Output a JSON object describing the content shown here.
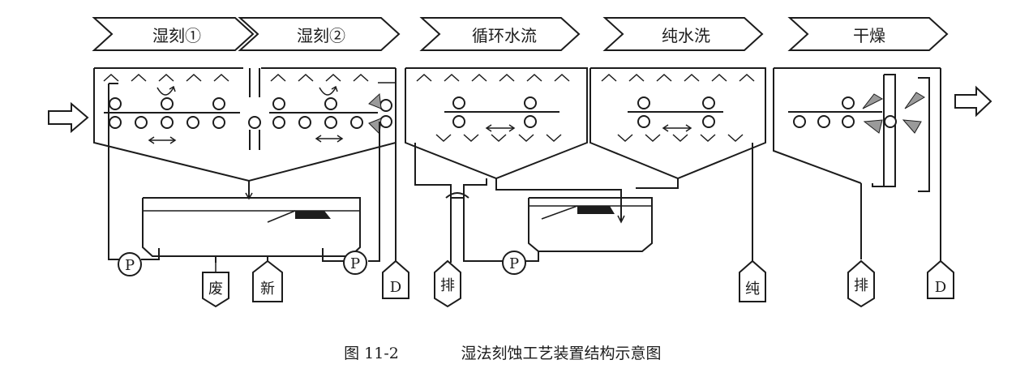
{
  "stages": [
    "湿刻①",
    "湿刻②",
    "循环水流",
    "纯水洗",
    "干燥"
  ],
  "labels": {
    "pump": "P",
    "waste": "废",
    "new": "新",
    "drain_d": "D",
    "drain": "排",
    "pure": "纯"
  },
  "caption": {
    "number": "图 11-2",
    "title": "湿法刻蚀工艺装置结构示意图"
  }
}
